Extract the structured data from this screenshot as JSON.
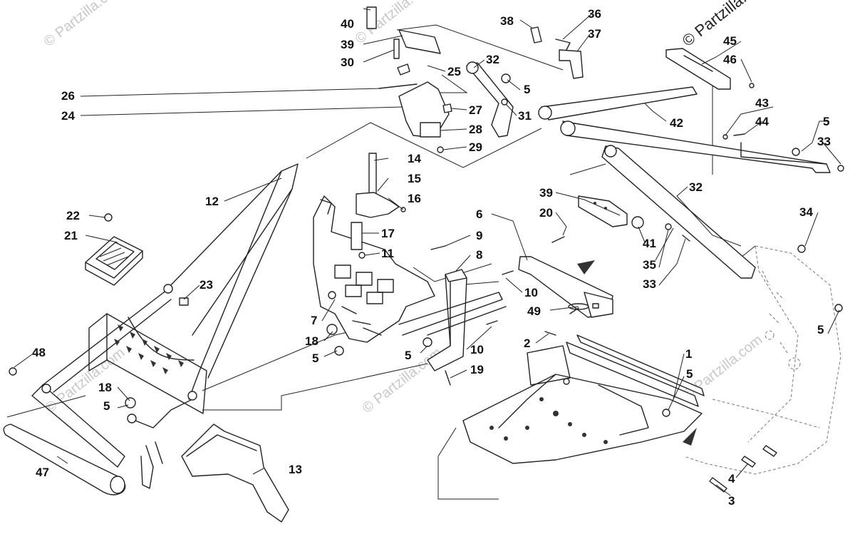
{
  "watermarks": {
    "text": "© Partzilla.com",
    "corner_text": "© Partzilla.com"
  },
  "callouts": [
    {
      "id": "c1",
      "label": "1"
    },
    {
      "id": "c2",
      "label": "2"
    },
    {
      "id": "c3",
      "label": "3"
    },
    {
      "id": "c4",
      "label": "4"
    },
    {
      "id": "c5a",
      "label": "5"
    },
    {
      "id": "c5b",
      "label": "5"
    },
    {
      "id": "c5c",
      "label": "5"
    },
    {
      "id": "c5d",
      "label": "5"
    },
    {
      "id": "c5e",
      "label": "5"
    },
    {
      "id": "c5f",
      "label": "5"
    },
    {
      "id": "c5g",
      "label": "5"
    },
    {
      "id": "c6",
      "label": "6"
    },
    {
      "id": "c7",
      "label": "7"
    },
    {
      "id": "c8",
      "label": "8"
    },
    {
      "id": "c9",
      "label": "9"
    },
    {
      "id": "c10a",
      "label": "10"
    },
    {
      "id": "c10b",
      "label": "10"
    },
    {
      "id": "c11",
      "label": "11"
    },
    {
      "id": "c12",
      "label": "12"
    },
    {
      "id": "c13",
      "label": "13"
    },
    {
      "id": "c14",
      "label": "14"
    },
    {
      "id": "c15",
      "label": "15"
    },
    {
      "id": "c16",
      "label": "16"
    },
    {
      "id": "c17",
      "label": "17"
    },
    {
      "id": "c18a",
      "label": "18"
    },
    {
      "id": "c18b",
      "label": "18"
    },
    {
      "id": "c19",
      "label": "19"
    },
    {
      "id": "c20",
      "label": "20"
    },
    {
      "id": "c21",
      "label": "21"
    },
    {
      "id": "c22",
      "label": "22"
    },
    {
      "id": "c23",
      "label": "23"
    },
    {
      "id": "c24",
      "label": "24"
    },
    {
      "id": "c25",
      "label": "25"
    },
    {
      "id": "c26",
      "label": "26"
    },
    {
      "id": "c27",
      "label": "27"
    },
    {
      "id": "c28",
      "label": "28"
    },
    {
      "id": "c29",
      "label": "29"
    },
    {
      "id": "c30",
      "label": "30"
    },
    {
      "id": "c31",
      "label": "31"
    },
    {
      "id": "c32a",
      "label": "32"
    },
    {
      "id": "c32b",
      "label": "32"
    },
    {
      "id": "c33a",
      "label": "33"
    },
    {
      "id": "c33b",
      "label": "33"
    },
    {
      "id": "c34",
      "label": "34"
    },
    {
      "id": "c35",
      "label": "35"
    },
    {
      "id": "c36",
      "label": "36"
    },
    {
      "id": "c37",
      "label": "37"
    },
    {
      "id": "c38",
      "label": "38"
    },
    {
      "id": "c39a",
      "label": "39"
    },
    {
      "id": "c39b",
      "label": "39"
    },
    {
      "id": "c40",
      "label": "40"
    },
    {
      "id": "c41",
      "label": "41"
    },
    {
      "id": "c42",
      "label": "42"
    },
    {
      "id": "c43",
      "label": "43"
    },
    {
      "id": "c44",
      "label": "44"
    },
    {
      "id": "c45",
      "label": "45"
    },
    {
      "id": "c46",
      "label": "46"
    },
    {
      "id": "c47",
      "label": "47"
    },
    {
      "id": "c48",
      "label": "48"
    },
    {
      "id": "c49",
      "label": "49"
    }
  ]
}
